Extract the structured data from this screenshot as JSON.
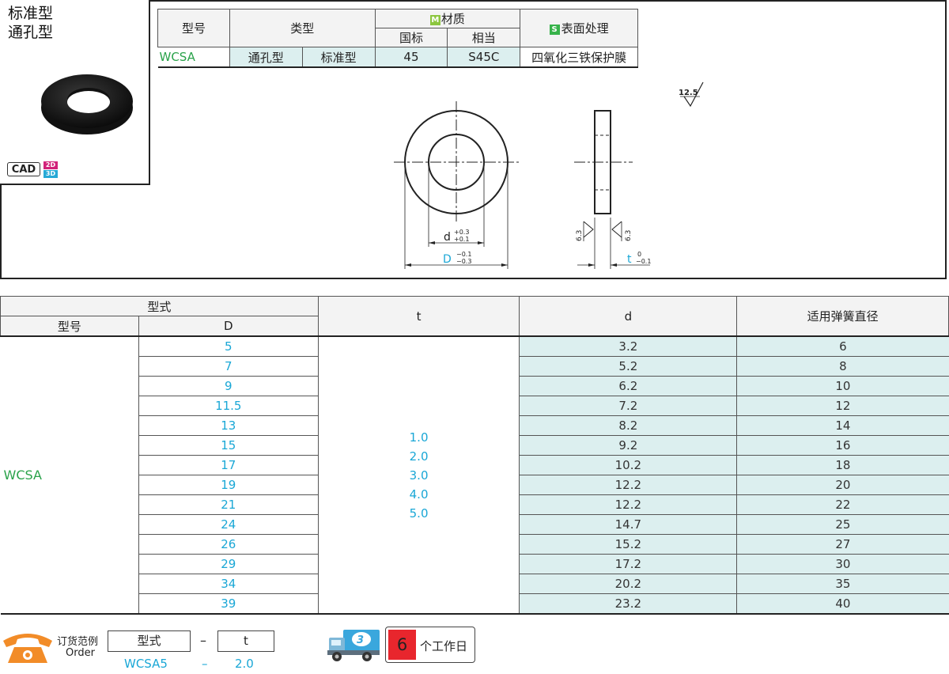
{
  "product": {
    "title_line1": "标准型",
    "title_line2": "通孔型",
    "cad_label": "CAD",
    "cad_2d": "2D",
    "cad_3d": "3D"
  },
  "spec_table": {
    "headers": {
      "model": "型号",
      "type": "类型",
      "material_badge": "M",
      "material": "材质",
      "gb": "国标",
      "equivalent": "相当",
      "surface_badge": "S",
      "surface": "表面处理"
    },
    "row": {
      "model": "WCSA",
      "type1": "通孔型",
      "type2": "标准型",
      "gb": "45",
      "equivalent": "S45C",
      "surface": "四氧化三铁保护膜"
    }
  },
  "drawing": {
    "roughness_top": "12.5",
    "roughness_side_left": "6.3",
    "roughness_side_right": "6.3",
    "d_label": "d",
    "d_tol_upper": "+0.3",
    "d_tol_lower": "+0.1",
    "D_label": "D",
    "D_tol_upper": "−0.1",
    "D_tol_lower": "−0.3",
    "t_label": "t",
    "t_tol_upper": "0",
    "t_tol_lower": "−0.1"
  },
  "size_table": {
    "headers": {
      "form": "型式",
      "model": "型号",
      "D": "D",
      "t": "t",
      "d": "d",
      "spring": "适用弹簧直径"
    },
    "model": "WCSA",
    "t_values": [
      "1.0",
      "2.0",
      "3.0",
      "4.0",
      "5.0"
    ],
    "rows": [
      {
        "D": "5",
        "d": "3.2",
        "spring": "6"
      },
      {
        "D": "7",
        "d": "5.2",
        "spring": "8"
      },
      {
        "D": "9",
        "d": "6.2",
        "spring": "10"
      },
      {
        "D": "11.5",
        "d": "7.2",
        "spring": "12"
      },
      {
        "D": "13",
        "d": "8.2",
        "spring": "14"
      },
      {
        "D": "15",
        "d": "9.2",
        "spring": "16"
      },
      {
        "D": "17",
        "d": "10.2",
        "spring": "18"
      },
      {
        "D": "19",
        "d": "12.2",
        "spring": "20"
      },
      {
        "D": "21",
        "d": "12.2",
        "spring": "22"
      },
      {
        "D": "24",
        "d": "14.7",
        "spring": "25"
      },
      {
        "D": "26",
        "d": "15.2",
        "spring": "27"
      },
      {
        "D": "29",
        "d": "17.2",
        "spring": "30"
      },
      {
        "D": "34",
        "d": "20.2",
        "spring": "35"
      },
      {
        "D": "39",
        "d": "23.2",
        "spring": "40"
      }
    ]
  },
  "order": {
    "label_cn": "订货范例",
    "label_en": "Order",
    "col_form": "型式",
    "dash": "–",
    "col_t": "t",
    "example_model": "WCSA5",
    "example_t": "2.0",
    "truck_badge": "3",
    "days": "6",
    "days_label": "个工作日"
  },
  "colors": {
    "teal_fill": "#dcefef",
    "green_text": "#2aa24a",
    "cyan_text": "#1aa7d6",
    "red_badge": "#e8262d",
    "orange_phone": "#f28c28"
  }
}
